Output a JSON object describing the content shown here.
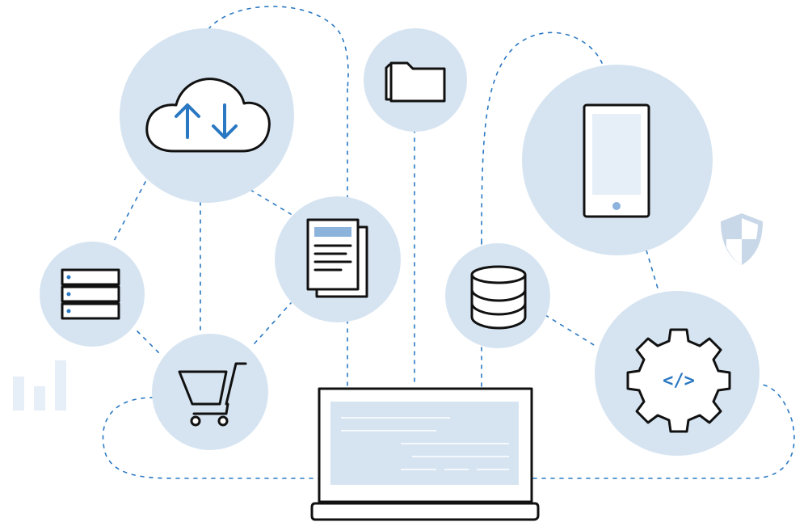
{
  "illustration": {
    "colors": {
      "bubble": "#d6e4f1",
      "line": "#2a78c2",
      "outline": "#111111",
      "screen": "#d6e4f1"
    },
    "nodes": [
      {
        "name": "cloud-sync",
        "icon": "cloud-upload-download-icon"
      },
      {
        "name": "folder",
        "icon": "folder-icon"
      },
      {
        "name": "tablet",
        "icon": "tablet-icon"
      },
      {
        "name": "server",
        "icon": "server-rack-icon"
      },
      {
        "name": "documents",
        "icon": "document-icon"
      },
      {
        "name": "database",
        "icon": "database-icon"
      },
      {
        "name": "shopping-cart",
        "icon": "shopping-cart-icon"
      },
      {
        "name": "code-settings",
        "icon": "gear-code-icon"
      },
      {
        "name": "security",
        "icon": "shield-icon"
      },
      {
        "name": "analytics",
        "icon": "bar-chart-icon"
      },
      {
        "name": "laptop",
        "icon": "laptop-icon"
      }
    ],
    "code_symbol": "</>"
  }
}
